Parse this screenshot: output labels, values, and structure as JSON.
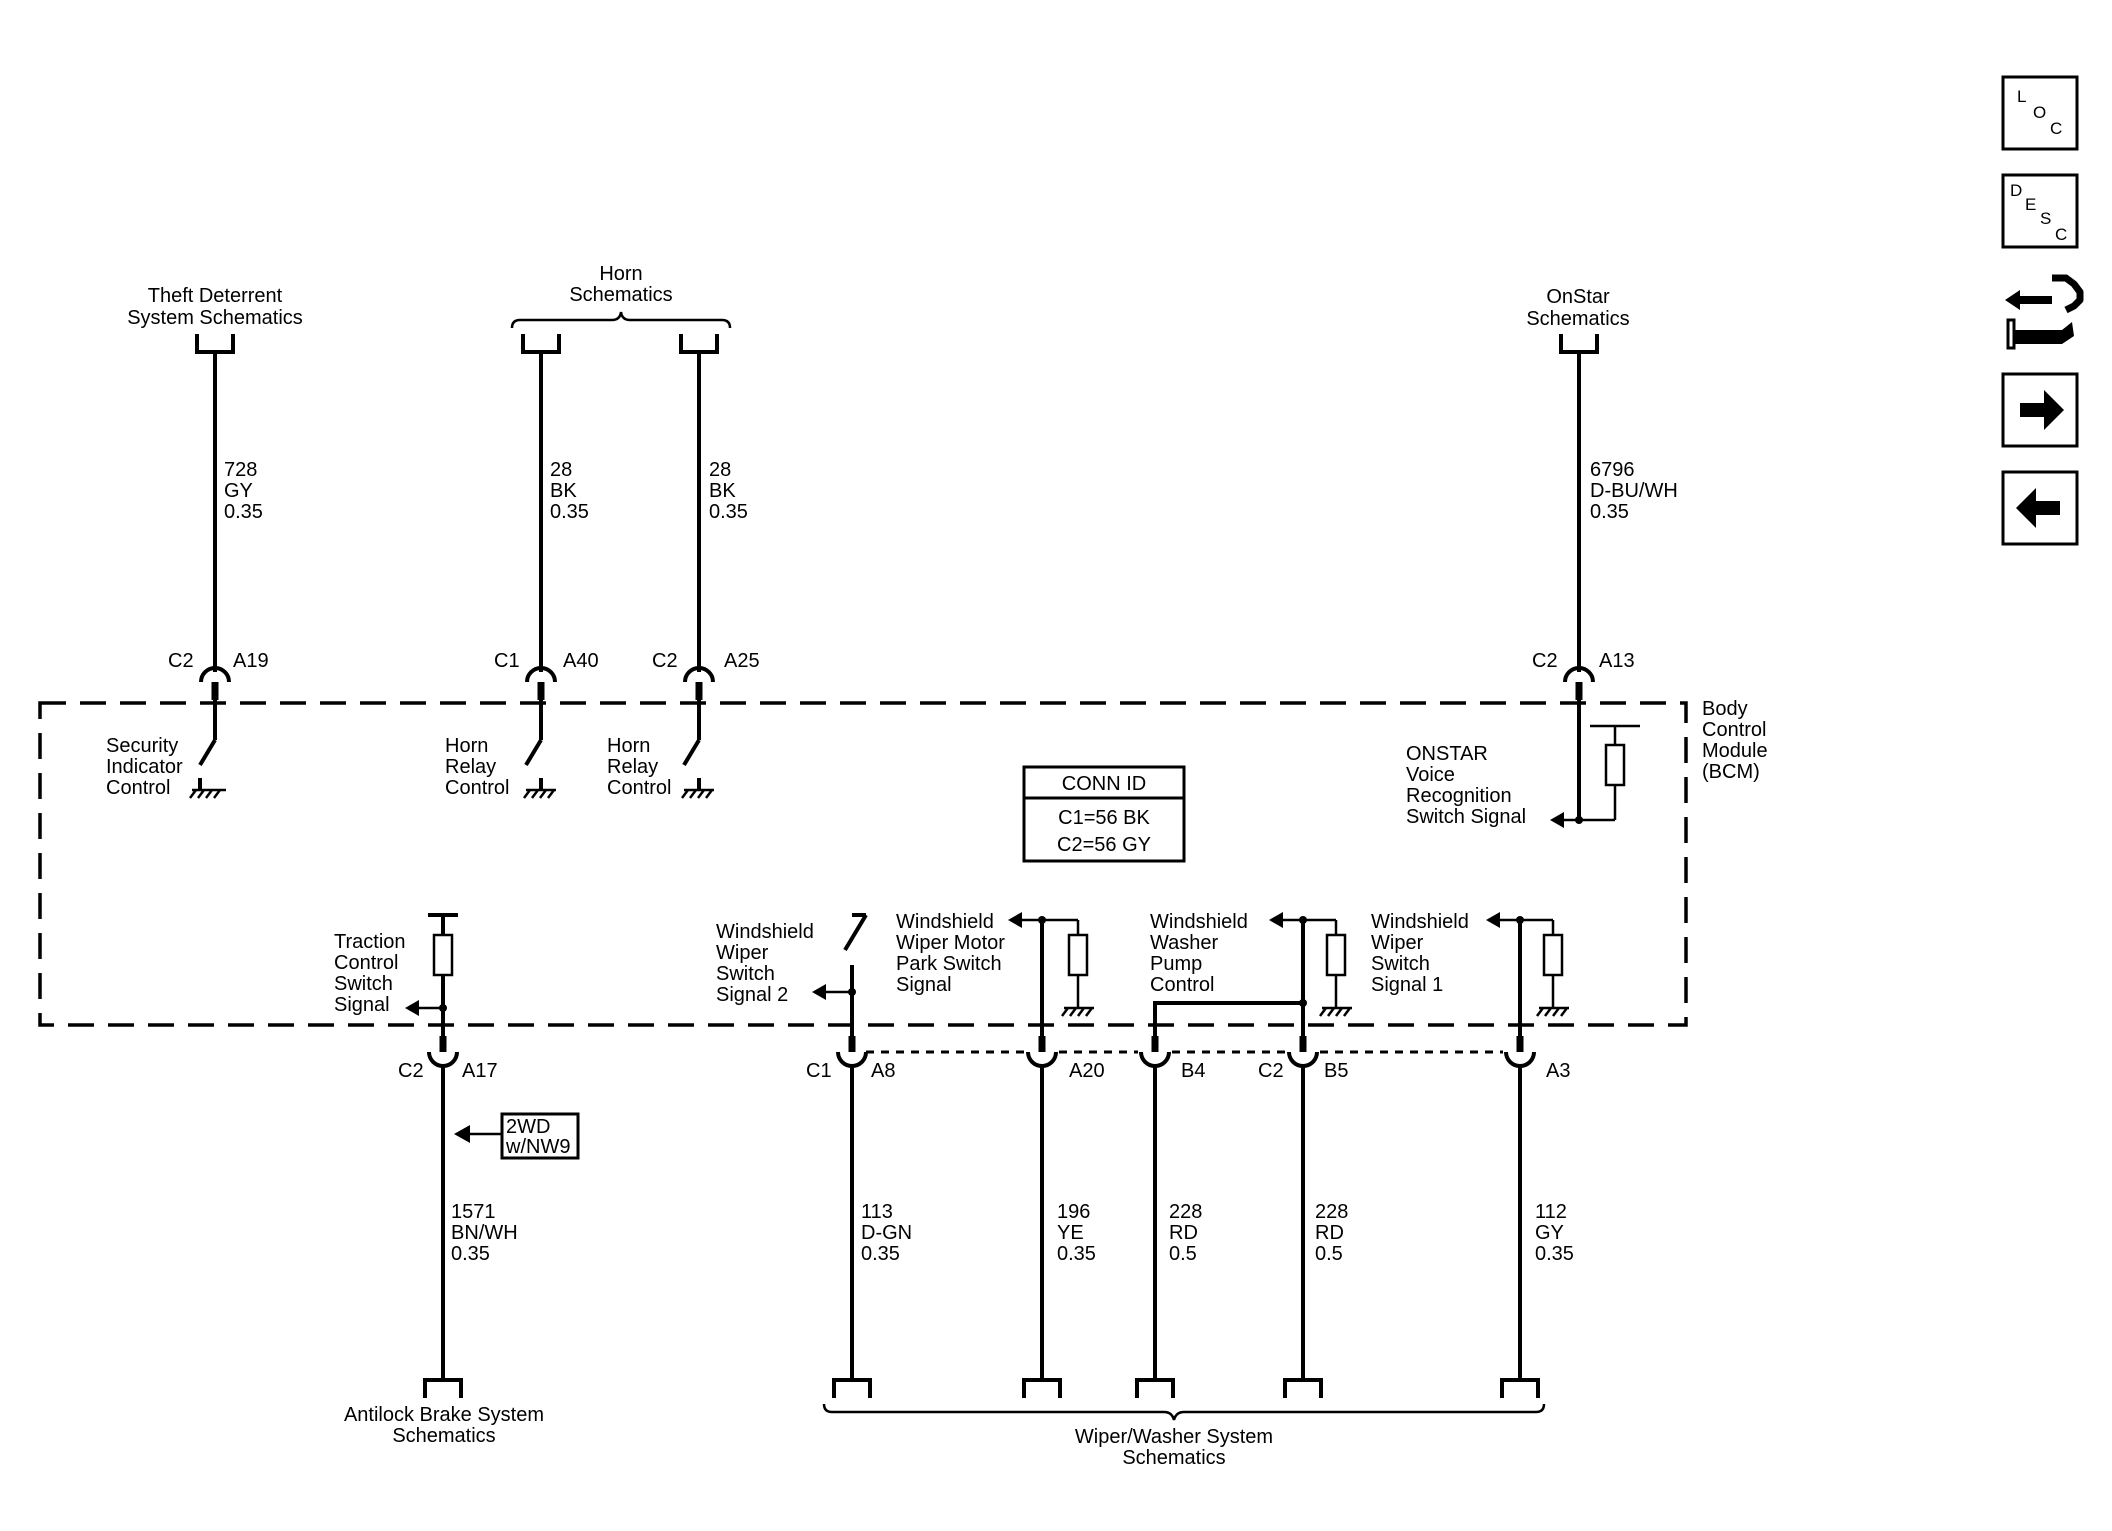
{
  "diagram": {
    "top_circuits": [
      {
        "id": "theft",
        "dest": [
          "Theft Deterrent",
          "System Schematics"
        ],
        "circuit": "728",
        "color": "GY",
        "gauge": "0.35",
        "conn": "C2",
        "pin": "A19",
        "function": [
          "Security",
          "Indicator",
          "Control"
        ]
      },
      {
        "id": "horn1",
        "circuit": "28",
        "color": "BK",
        "gauge": "0.35",
        "conn": "C1",
        "pin": "A40",
        "function": [
          "Horn",
          "Relay",
          "Control"
        ]
      },
      {
        "id": "horn2",
        "circuit": "28",
        "color": "BK",
        "gauge": "0.35",
        "conn": "C2",
        "pin": "A25",
        "function": [
          "Horn",
          "Relay",
          "Control"
        ]
      },
      {
        "id": "onstar",
        "dest": [
          "OnStar",
          "Schematics"
        ],
        "circuit": "6796",
        "color": "D-BU/WH",
        "gauge": "0.35",
        "conn": "C2",
        "pin": "A13",
        "function": [
          "ONSTAR",
          "Voice",
          "Recognition",
          "Switch Signal"
        ]
      }
    ],
    "horn_group": [
      "Horn",
      "Schematics"
    ],
    "module_name": [
      "Body",
      "Control",
      "Module",
      "(BCM)"
    ],
    "conn_id": {
      "title": "CONN ID",
      "lines": [
        "C1=56 BK",
        "C2=56 GY"
      ]
    },
    "bottom_circuits": [
      {
        "id": "traction",
        "function": [
          "Traction",
          "Control",
          "Switch",
          "Signal"
        ],
        "conn": "C2",
        "pin": "A17",
        "circuit": "1571",
        "color": "BN/WH",
        "gauge": "0.35"
      },
      {
        "id": "wiper2",
        "function": [
          "Windshield",
          "Wiper",
          "Switch",
          "Signal 2"
        ],
        "conn": "C1",
        "pin": "A8",
        "circuit": "113",
        "color": "D-GN",
        "gauge": "0.35"
      },
      {
        "id": "park",
        "function": [
          "Windshield",
          "Wiper Motor",
          "Park Switch",
          "Signal"
        ],
        "conn": "",
        "pin": "A20",
        "circuit": "196",
        "color": "YE",
        "gauge": "0.35"
      },
      {
        "id": "pump_b4",
        "function": [
          "Windshield",
          "Washer",
          "Pump",
          "Control"
        ],
        "conn": "",
        "pin": "B4",
        "circuit": "228",
        "color": "RD",
        "gauge": "0.5"
      },
      {
        "id": "pump_b5",
        "conn": "C2",
        "pin": "B5",
        "circuit": "228",
        "color": "RD",
        "gauge": "0.5"
      },
      {
        "id": "wiper1",
        "function": [
          "Windshield",
          "Wiper",
          "Switch",
          "Signal 1"
        ],
        "conn": "",
        "pin": "A3",
        "circuit": "112",
        "color": "GY",
        "gauge": "0.35"
      }
    ],
    "option_box": [
      "2WD",
      "w/NW9"
    ],
    "abs_dest": [
      "Antilock Brake System",
      "Schematics"
    ],
    "wiper_dest": [
      "Wiper/Washer System",
      "Schematics"
    ]
  },
  "nav": {
    "loc": [
      "L",
      "O",
      "C"
    ],
    "desc": [
      "D",
      "E",
      "S",
      "C"
    ],
    "icons": [
      "connector-arrows-icon",
      "arrow-right-icon",
      "arrow-left-icon"
    ]
  }
}
